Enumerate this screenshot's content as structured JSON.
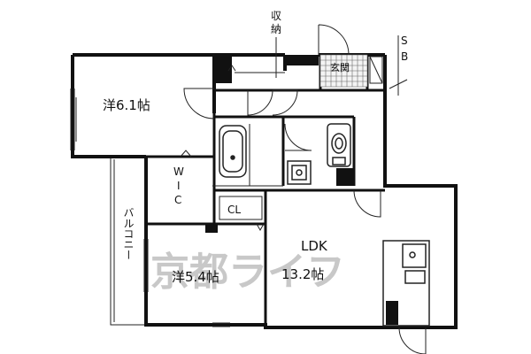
{
  "rooms": {
    "western_1": "洋6.1帖",
    "western_2": "洋5.4帖",
    "ldk_name": "LDK",
    "ldk_size": "13.2帖",
    "wic_1": "W",
    "wic_2": "I",
    "wic_3": "C",
    "closet": "CL",
    "entrance": "玄関",
    "storage_1": "収",
    "storage_2": "納",
    "shoe_box_1": "S",
    "shoe_box_2": "B",
    "balcony": "バルコニー"
  },
  "watermark": "京都ライフ"
}
